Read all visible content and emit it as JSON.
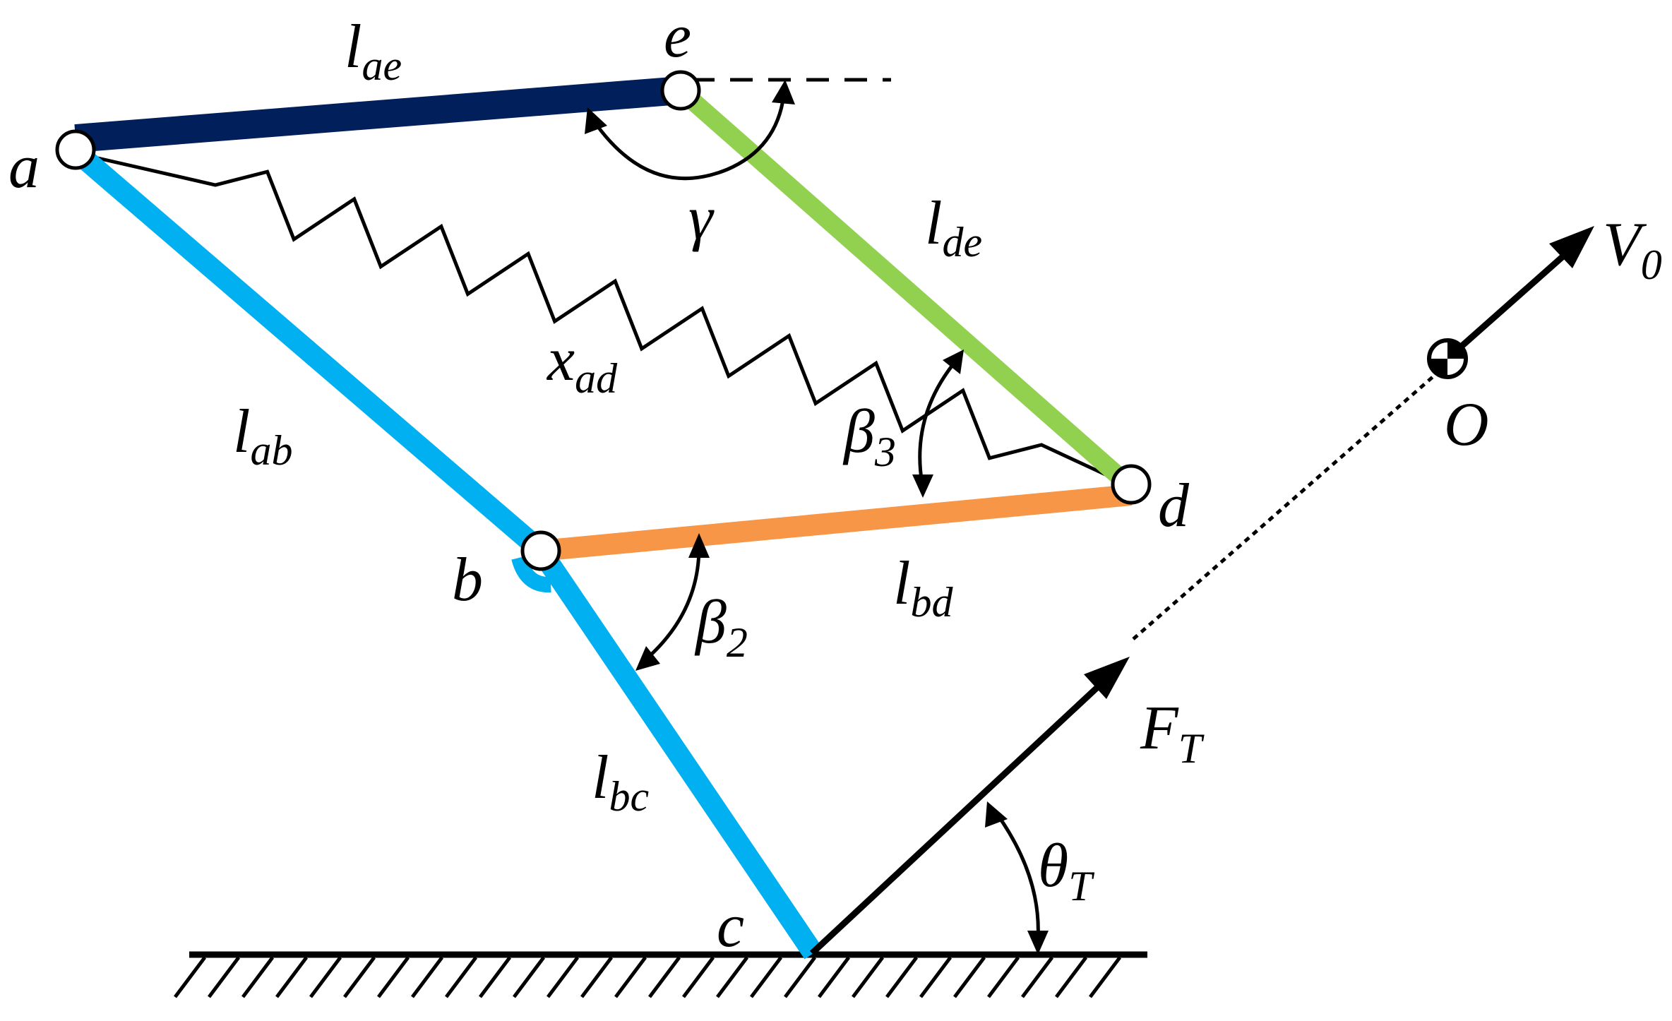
{
  "colors": {
    "link_ae": "#001f5b",
    "link_de": "#92d050",
    "link_abc": "#00b0f0",
    "link_bd": "#f79646",
    "ink": "#000000",
    "joint_fill": "#ffffff"
  },
  "joints": {
    "a": "a",
    "b": "b",
    "c": "c",
    "d": "d",
    "e": "e"
  },
  "links": {
    "ae": {
      "base": "l",
      "sub": "ae"
    },
    "de": {
      "base": "l",
      "sub": "de"
    },
    "ab": {
      "base": "l",
      "sub": "ab"
    },
    "bc": {
      "base": "l",
      "sub": "bc"
    },
    "bd": {
      "base": "l",
      "sub": "bd"
    }
  },
  "spring": {
    "base": "x",
    "sub": "ad"
  },
  "angles": {
    "gamma": "γ",
    "beta2": {
      "base": "β",
      "sub": "2"
    },
    "beta3": {
      "base": "β",
      "sub": "3"
    },
    "thetaT": {
      "base": "θ",
      "sub": "T"
    }
  },
  "force": {
    "base": "F",
    "sub": "T"
  },
  "velocity": {
    "base": "V",
    "sub": "0"
  },
  "center": "O",
  "icons": {
    "joint": "pin-joint-icon",
    "center_of_mass": "center-of-mass-icon",
    "ground": "hatched-ground-icon",
    "spring": "zigzag-spring-icon"
  }
}
